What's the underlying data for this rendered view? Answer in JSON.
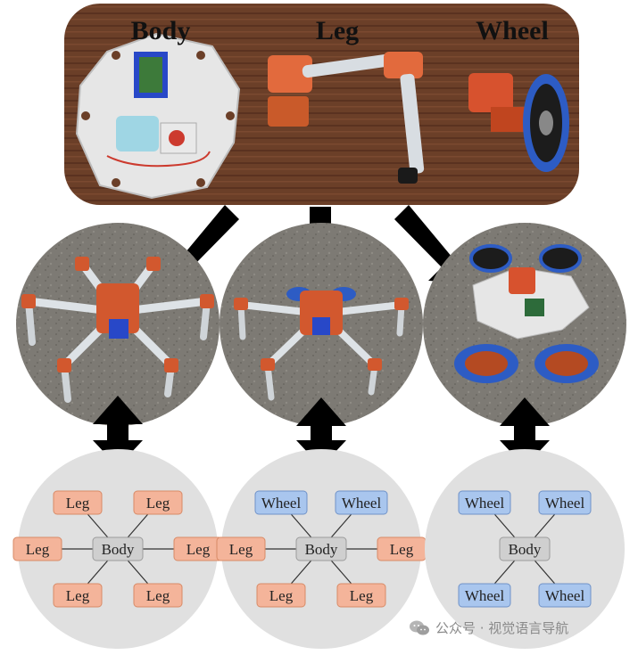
{
  "module_labels": [
    "Body",
    "Leg",
    "Wheel"
  ],
  "colors": {
    "leg_fill": "#f4b49a",
    "leg_stroke": "#d88a66",
    "wheel_fill": "#a9c6ee",
    "wheel_stroke": "#6f92c8",
    "body_fill": "#cfcfcf",
    "body_stroke": "#9b9b9b",
    "circle_bg": "#e0e0e0",
    "wood": "#6b3f28"
  },
  "configurations": [
    {
      "center": "Body",
      "nodes": [
        "Leg",
        "Leg",
        "Leg",
        "Leg",
        "Leg",
        "Leg"
      ],
      "types": [
        "leg",
        "leg",
        "leg",
        "leg",
        "leg",
        "leg"
      ]
    },
    {
      "center": "Body",
      "nodes": [
        "Wheel",
        "Wheel",
        "Leg",
        "Leg",
        "Leg",
        "Leg"
      ],
      "types": [
        "wheel",
        "wheel",
        "leg",
        "leg",
        "leg",
        "leg"
      ]
    },
    {
      "center": "Body",
      "nodes": [
        "Wheel",
        "Wheel",
        "Wheel",
        "Wheel"
      ],
      "types": [
        "wheel",
        "wheel",
        "wheel",
        "wheel"
      ]
    }
  ],
  "watermark": "公众号 · 视觉语言导航"
}
